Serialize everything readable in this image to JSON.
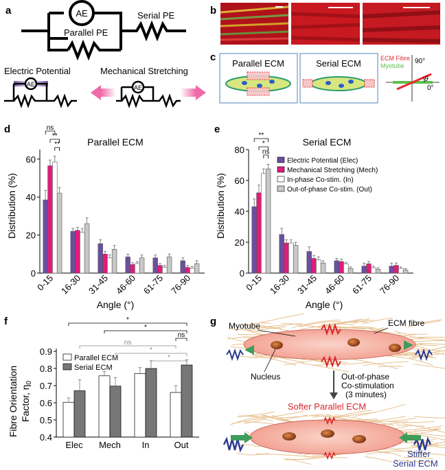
{
  "panels": {
    "a": "a",
    "b": "b",
    "c": "c",
    "d": "d",
    "e": "e",
    "f": "f",
    "g": "g"
  },
  "a": {
    "ae": "AE",
    "serial_pe": "Serial PE",
    "parallel_pe": "Parallel PE",
    "electric_potential": "Electric Potential",
    "mechanical_stretching": "Mechanical Stretching"
  },
  "c": {
    "parallel_ecm": "Parallel ECM",
    "serial_ecm": "Serial ECM",
    "legend_fibre": "ECM Fibre",
    "legend_myotube": "Myotube",
    "deg90": "90°",
    "deg0": "0°",
    "theta": "θ",
    "colors": {
      "fibre": "#e8262e",
      "myotube": "#5dc24a"
    }
  },
  "colors": {
    "elec": "#6a4fa1",
    "mech": "#e21b7b",
    "in": "#ffffff",
    "out": "#c8c8c8"
  },
  "chart_data": [
    {
      "panel": "d",
      "type": "bar",
      "title": "Parallel ECM",
      "xlabel": "Angle (°)",
      "ylabel": "Distribution (%)",
      "categories": [
        "0-15",
        "16-30",
        "31-45",
        "46-60",
        "61-75",
        "76-90"
      ],
      "ylim": [
        0,
        65
      ],
      "yticks": [
        0,
        20,
        40,
        60
      ],
      "series": [
        {
          "name": "Electric Potential (Elec)",
          "values": [
            38.5,
            22,
            15.5,
            8.5,
            8,
            6.5
          ],
          "err": [
            5,
            1.5,
            2,
            1.5,
            1.5,
            1.5
          ]
        },
        {
          "name": "Mechanical Stretching (Mech)",
          "values": [
            56.5,
            22.5,
            10,
            4.5,
            4,
            3
          ],
          "err": [
            3,
            1.5,
            1.5,
            1,
            1,
            1
          ]
        },
        {
          "name": "In-phase Co-stim. (In)",
          "values": [
            58.5,
            21.5,
            8,
            5,
            3,
            2.5
          ],
          "err": [
            3,
            2,
            1.5,
            1,
            1,
            1
          ]
        },
        {
          "name": "Out-of-phase Co-stim. (Out)",
          "values": [
            42,
            26,
            12.5,
            8,
            8.5,
            5
          ],
          "err": [
            3,
            3,
            2,
            1.5,
            1.5,
            1.5
          ]
        }
      ],
      "significance": [
        "ns",
        "**",
        "**"
      ]
    },
    {
      "panel": "e",
      "type": "bar",
      "title": "Serial ECM",
      "xlabel": "Angle (°)",
      "ylabel": "Distribution (%)",
      "categories": [
        "0-15",
        "16-30",
        "31-45",
        "46-60",
        "61-75",
        "76-90"
      ],
      "ylim": [
        0,
        80
      ],
      "yticks": [
        0,
        20,
        40,
        60,
        80
      ],
      "series": [
        {
          "name": "Electric Potential (Elec)",
          "values": [
            43,
            25,
            14,
            8,
            4.5,
            4.5
          ],
          "err": [
            5,
            4,
            3,
            1.5,
            2,
            2
          ]
        },
        {
          "name": "Mechanical Stretching (Mech)",
          "values": [
            52,
            19.5,
            9.5,
            7.5,
            6,
            5
          ],
          "err": [
            5,
            2,
            2,
            1.5,
            1.5,
            1.5
          ]
        },
        {
          "name": "In-phase Co-stim. (In)",
          "values": [
            64.5,
            19.5,
            8.5,
            6,
            3.5,
            3
          ],
          "err": [
            3,
            2,
            2,
            1,
            1,
            1
          ]
        },
        {
          "name": "Out-of-phase Co-stim. (Out)",
          "values": [
            67.5,
            18,
            6.5,
            3,
            2.5,
            2
          ],
          "err": [
            3,
            2,
            1.5,
            1,
            1,
            1
          ]
        }
      ],
      "significance": [
        "**",
        "*",
        "ns"
      ],
      "legend_position": "top-right"
    },
    {
      "panel": "f",
      "type": "bar",
      "ylabel": "Fibre Orientation Factor, η0",
      "categories": [
        "Elec",
        "Mech",
        "In",
        "Out"
      ],
      "ylim": [
        0.4,
        0.9
      ],
      "yticks": [
        0.4,
        0.5,
        0.6,
        0.7,
        0.8,
        0.9
      ],
      "series": [
        {
          "name": "Parallel ECM",
          "values": [
            0.603,
            0.757,
            0.77,
            0.66
          ],
          "err": [
            0.025,
            0.025,
            0.035,
            0.04
          ]
        },
        {
          "name": "Serial ECM",
          "values": [
            0.67,
            0.697,
            0.8,
            0.82
          ],
          "err": [
            0.065,
            0.05,
            0.045,
            0.03
          ]
        }
      ],
      "significance": [
        "*",
        "*",
        "ns",
        "ns",
        "*",
        "*"
      ],
      "legend_position": "top-left"
    }
  ],
  "d_labels": {
    "sig": [
      "ns",
      "**",
      "**"
    ]
  },
  "e_labels": {
    "sig": [
      "**",
      "*",
      "ns"
    ]
  },
  "f_labels": {
    "sig": [
      "*",
      "*",
      "ns",
      "ns",
      "*",
      "*"
    ],
    "ylabel": "Fibre Orientation",
    "ylabel2": "Factor, η"
  },
  "g": {
    "myotube": "Myotube",
    "ecm_fibre": "ECM fibre",
    "nucleus": "Nucleus",
    "stim1": "Out-of-phase",
    "stim2": "Co-stimulation",
    "stim3": "(3 minutes)",
    "softer": "Softer Parallel ECM",
    "stiffer1": "Stiffer",
    "stiffer2": "Serial ECM",
    "colors": {
      "softer": "#d9252a",
      "stiffer": "#2b3990"
    }
  }
}
